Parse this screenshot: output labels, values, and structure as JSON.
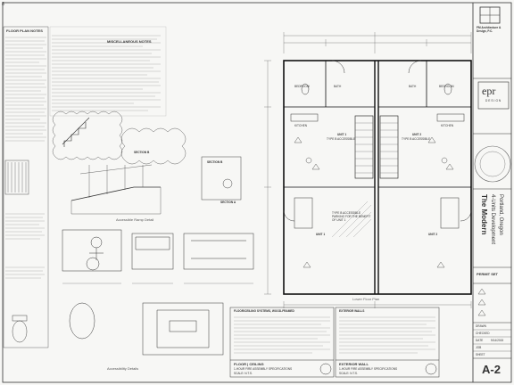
{
  "sheet": {
    "corner_number": "8",
    "sheet_id": "A-2",
    "sheet_title": "Lower Floor Plan",
    "project_name": "The Modern",
    "project_sub": "4-Units Development",
    "project_loc": "Portland, Oregon",
    "permit_label": "PERMIT SET",
    "firm1": "FM Architecture & Design, P.C.",
    "firm2": "epr",
    "firm2_sub": "DESIGN",
    "date": "9/14/2015"
  },
  "notes": {
    "floor_plan_notes": "FLOOR PLAN NOTES",
    "misc_notes": "MISCELLANEOUS NOTES",
    "stair_detail": "Accessible Ramp Detail",
    "access_details": "Accessibility Details",
    "section_b": "SECTION B",
    "section_a": "SECTION A",
    "section_b2": "SECTION B"
  },
  "plan": {
    "unit1_upper": "UNIT 1",
    "unit1_upper_sub": "TYPE B ACCESSIBLE",
    "unit2_upper": "UNIT 2",
    "unit2_upper_sub": "TYPE B ACCESSIBLE",
    "unit1_lower": "UNIT 1",
    "unit2_lower": "UNIT 2",
    "bedroom1": "BEDROOM",
    "bedroom2": "BEDROOM",
    "bath1": "BATH",
    "bath2": "BATH",
    "kitchen1": "KITCHEN",
    "kitchen2": "KITCHEN",
    "parking_note": "TYPE B ACCESSIBLE PARKING FOR THE BENEFIT OF UNIT 1"
  },
  "specs": {
    "floor_ceiling": "FLOOR | CEILING",
    "floor_ceiling_sub": "1-HOUR FIRE ASSEMBLY SPECIFICATIONS",
    "exterior_wall": "EXTERIOR WALL",
    "exterior_wall_sub": "1-HOUR FIRE ASSEMBLY SPECIFICATIONS",
    "floor_ceiling_head": "FLOOR/CEILING SYSTEMS, WOOD-FRAMED",
    "exterior_head": "EXTERIOR WALLS",
    "scale1": "SCALE: N.T.S.",
    "scale2": "SCALE: N.T.S."
  },
  "titleblock": {
    "drawn_label": "DRAWN",
    "checked_label": "CHECKED",
    "date_label": "DATE",
    "job_label": "JOB",
    "sheet_label": "SHEET"
  }
}
